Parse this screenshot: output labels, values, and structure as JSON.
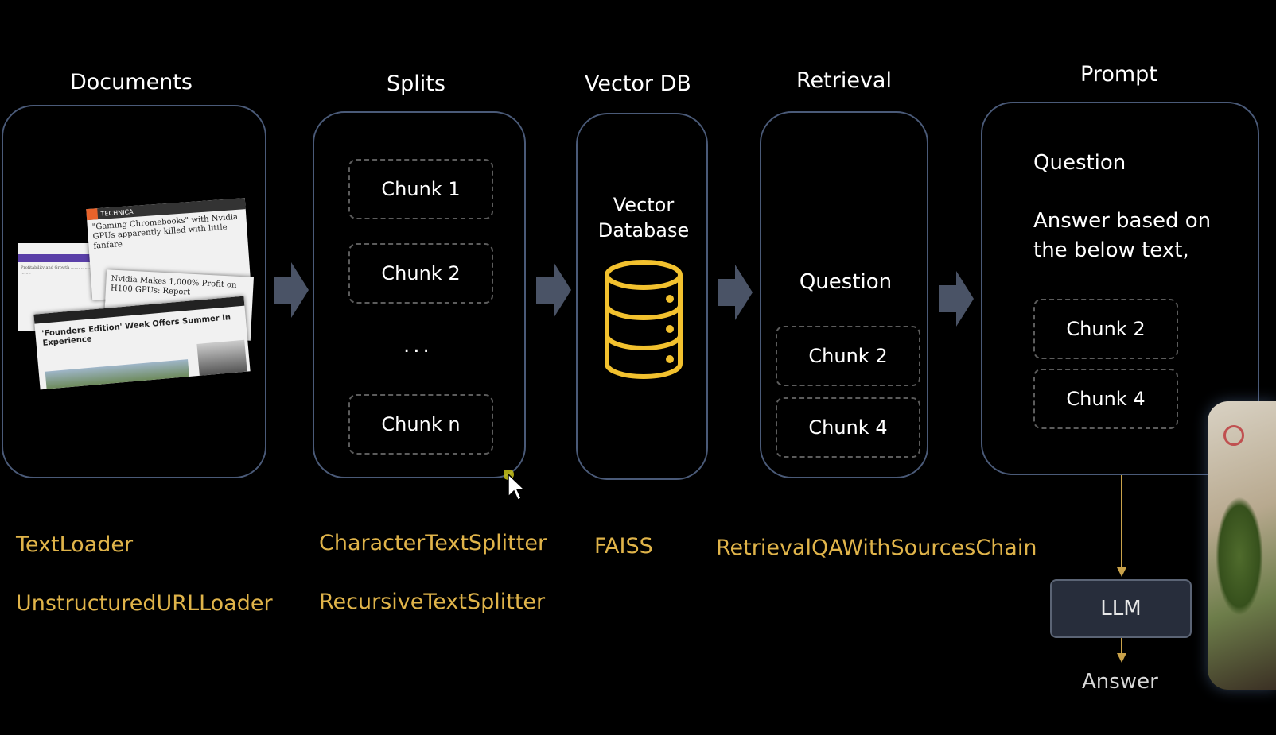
{
  "columns": {
    "documents": "Documents",
    "splits": "Splits",
    "vectordb": "Vector DB",
    "retrieval": "Retrieval",
    "prompt": "Prompt"
  },
  "splits": {
    "chunks": [
      "Chunk 1",
      "Chunk 2",
      "Chunk n"
    ],
    "ellipsis": "..."
  },
  "vectordb": {
    "line1": "Vector",
    "line2": "Database"
  },
  "retrieval": {
    "question": "Question",
    "chunks": [
      "Chunk 2",
      "Chunk 4"
    ]
  },
  "prompt": {
    "question": "Question",
    "instruction_line1": "Answer based on",
    "instruction_line2": "the below text,",
    "chunks": [
      "Chunk 2",
      "Chunk 4"
    ]
  },
  "libraries": {
    "documents": [
      "TextLoader",
      "UnstructuredURLLoader"
    ],
    "splits": [
      "CharacterTextSplitter",
      "RecursiveTextSplitter"
    ],
    "vectordb": [
      "FAISS"
    ],
    "retrieval": [
      "RetrievalQAWithSourcesChain"
    ]
  },
  "llm": {
    "label": "LLM",
    "output": "Answer"
  },
  "documents_thumbnails": {
    "headline1": "\"Gaming Chromebooks\" with Nvidia GPUs apparently killed with little fanfare",
    "headline2": "Nvidia Makes 1,000% Profit on H100 GPUs: Report",
    "headline3": "'Founders Edition' Week Offers Summer In Experience",
    "site": "TECHNICA"
  },
  "colors": {
    "library_text": "#e0b44a",
    "panel_border": "#4a5a78",
    "arrow": "#4a5366",
    "database_icon": "#f2c12e"
  }
}
